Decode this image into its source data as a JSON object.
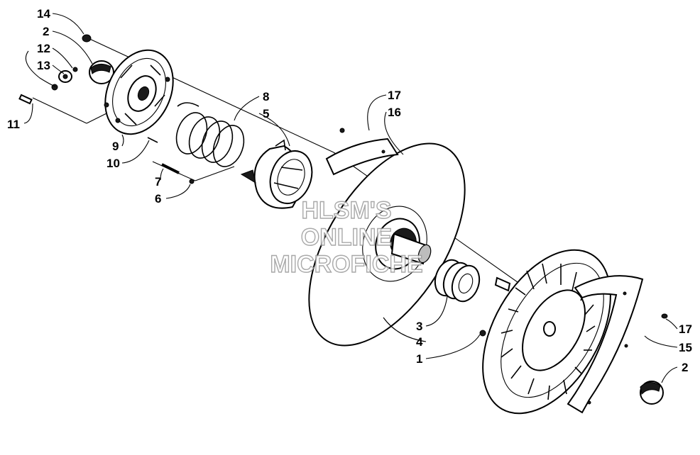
{
  "callouts": [
    {
      "label": "14"
    },
    {
      "label": "2"
    },
    {
      "label": "12"
    },
    {
      "label": "13"
    },
    {
      "label": "11"
    },
    {
      "label": "9"
    },
    {
      "label": "10"
    },
    {
      "label": "7"
    },
    {
      "label": "6"
    },
    {
      "label": "8"
    },
    {
      "label": "5"
    },
    {
      "label": "17"
    },
    {
      "label": "16"
    },
    {
      "label": "3"
    },
    {
      "label": "4"
    },
    {
      "label": "1"
    },
    {
      "label": "17"
    },
    {
      "label": "15"
    },
    {
      "label": "2"
    }
  ],
  "watermark": {
    "line1": "HLSM'S",
    "line2": "ONLINE",
    "line3": "MICROFICHE"
  }
}
